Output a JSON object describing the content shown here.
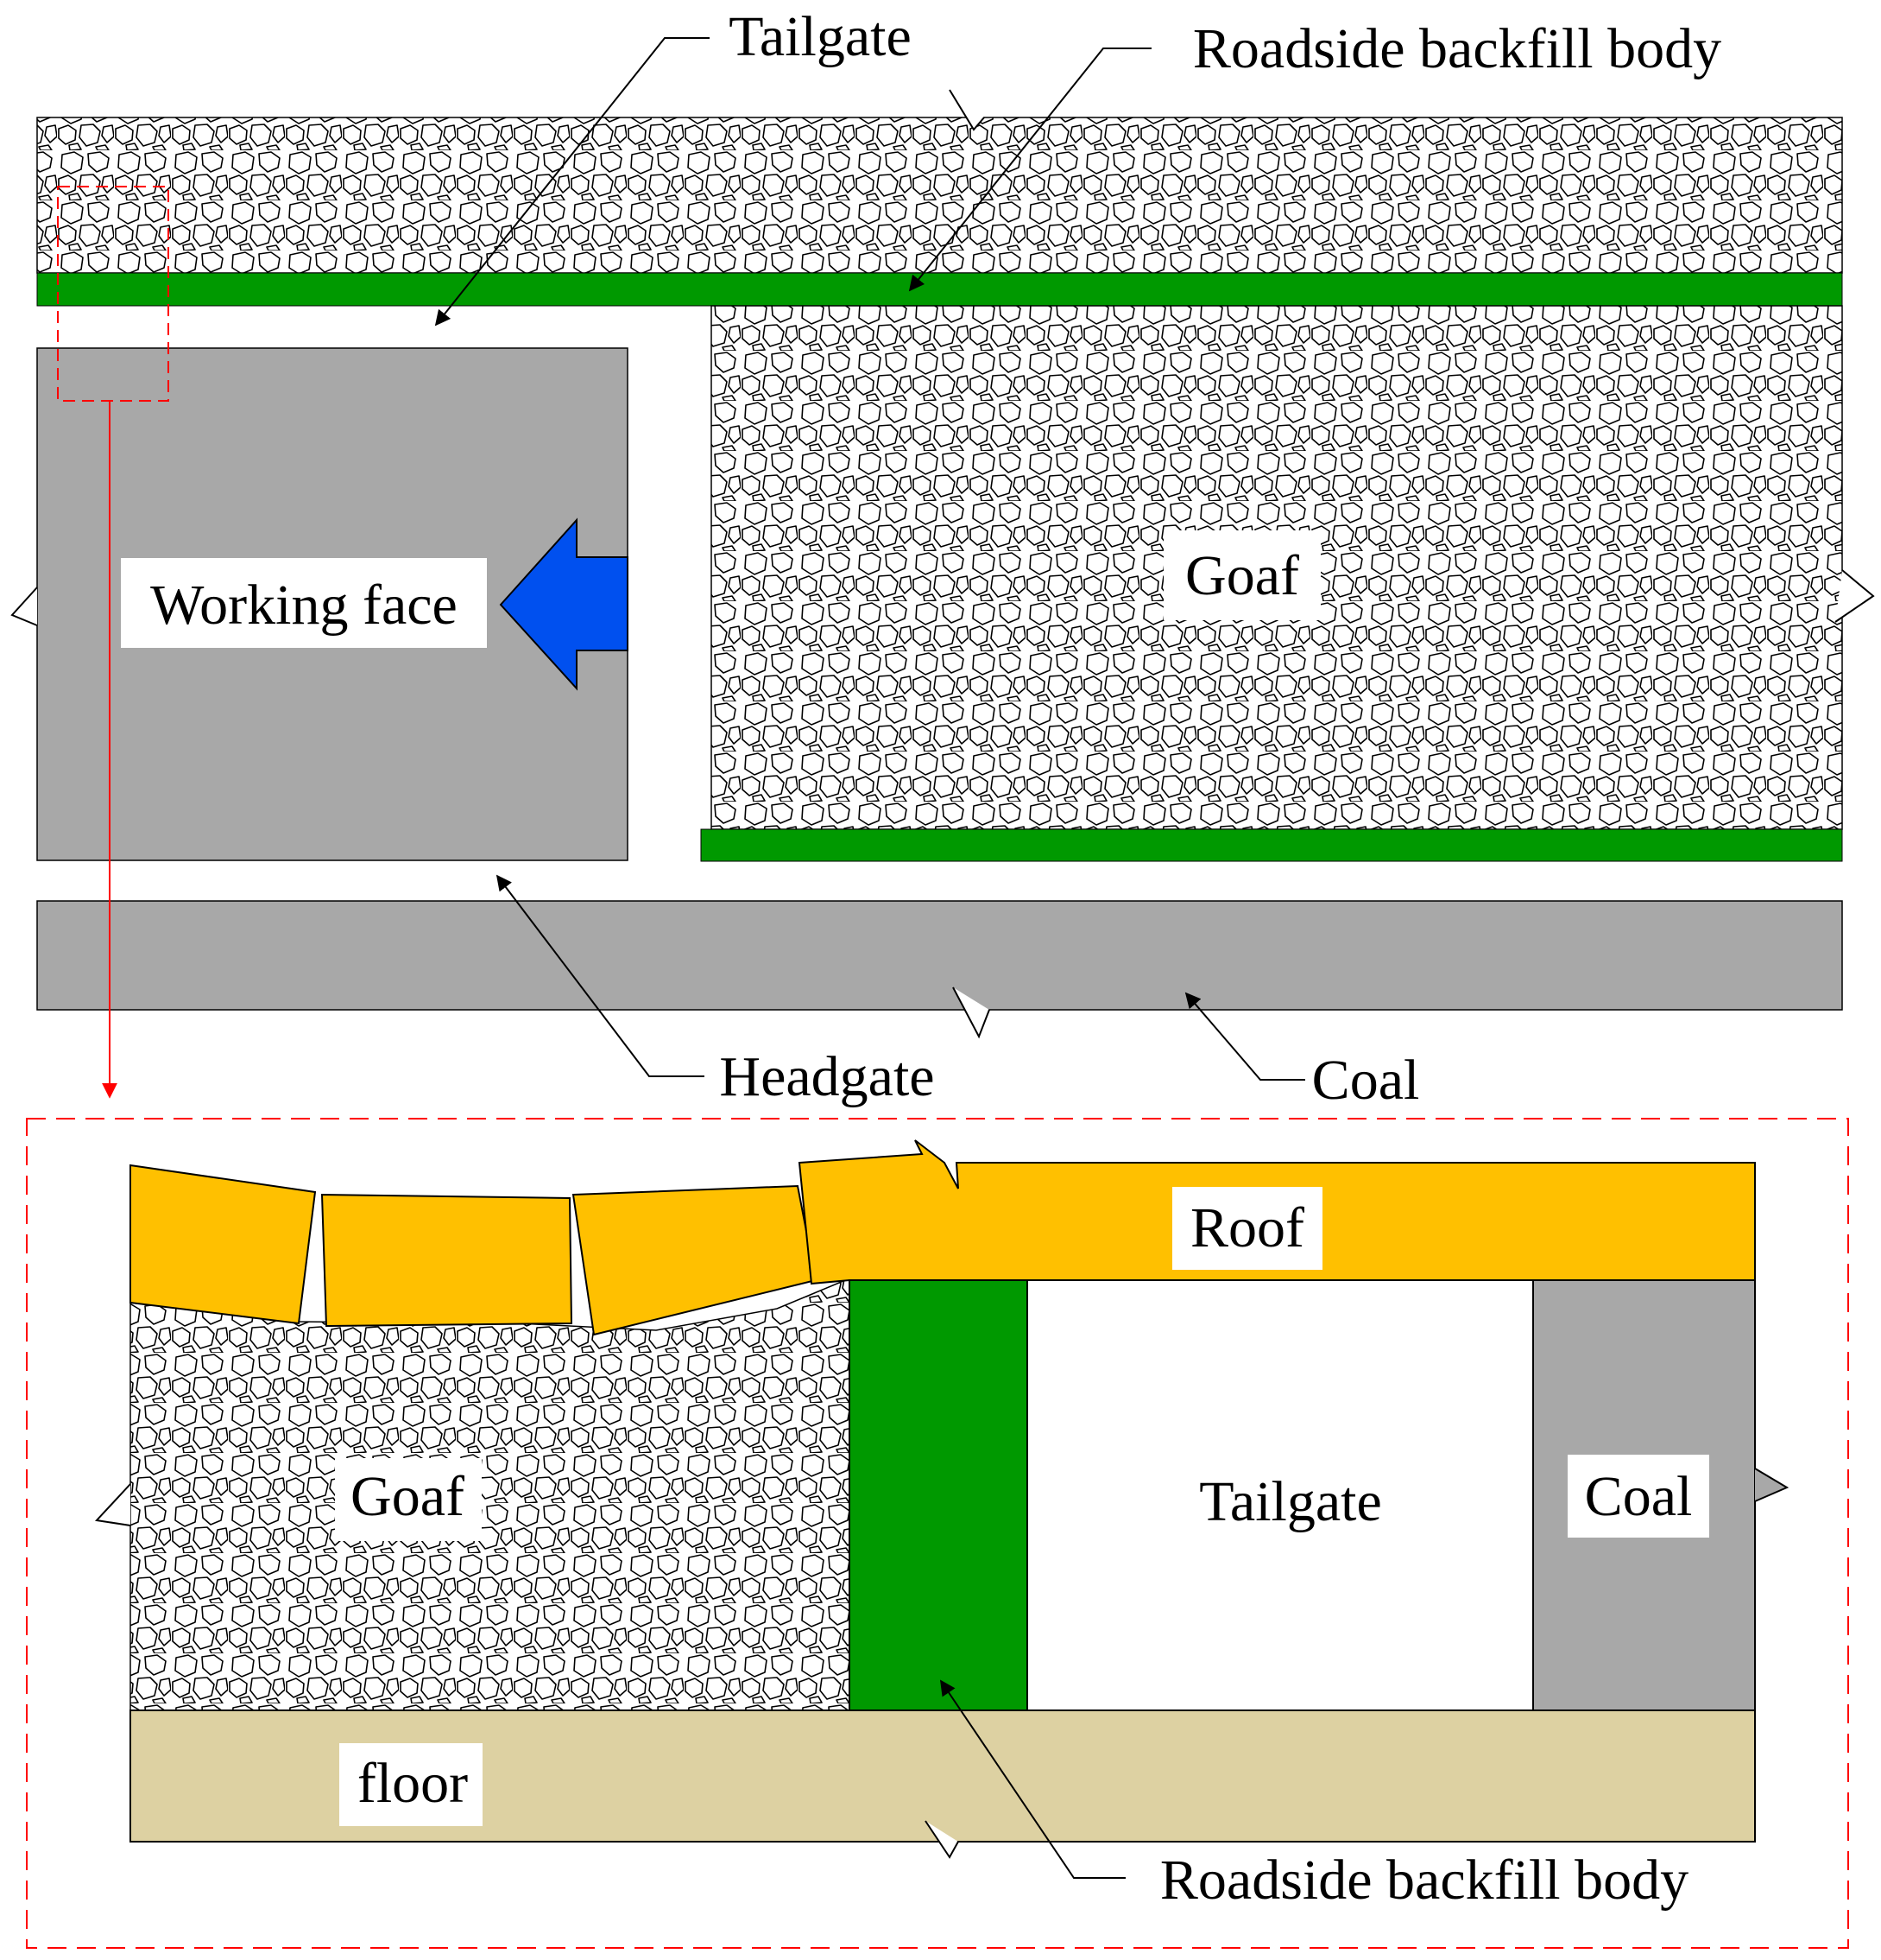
{
  "colors": {
    "coal": "#a8a8a8",
    "backfill": "#009900",
    "roof": "#ffc000",
    "floor": "#ddd1a2",
    "arrow": "#0050ef",
    "highlight": "#ff0000",
    "rubble_stroke": "#000000",
    "background": "#ffffff"
  },
  "plan_view": {
    "labels": {
      "tailgate": "Tailgate",
      "roadside_backfill_body": "Roadside backfill body",
      "working_face": "Working face",
      "goaf": "Goaf",
      "headgate": "Headgate",
      "coal": "Coal"
    },
    "icons": {
      "advance": "blue-left-arrow-icon"
    }
  },
  "section_view": {
    "labels": {
      "roof": "Roof",
      "goaf": "Goaf",
      "tailgate": "Tailgate",
      "coal": "Coal",
      "floor": "floor",
      "roadside_backfill_body": "Roadside backfill body"
    }
  }
}
